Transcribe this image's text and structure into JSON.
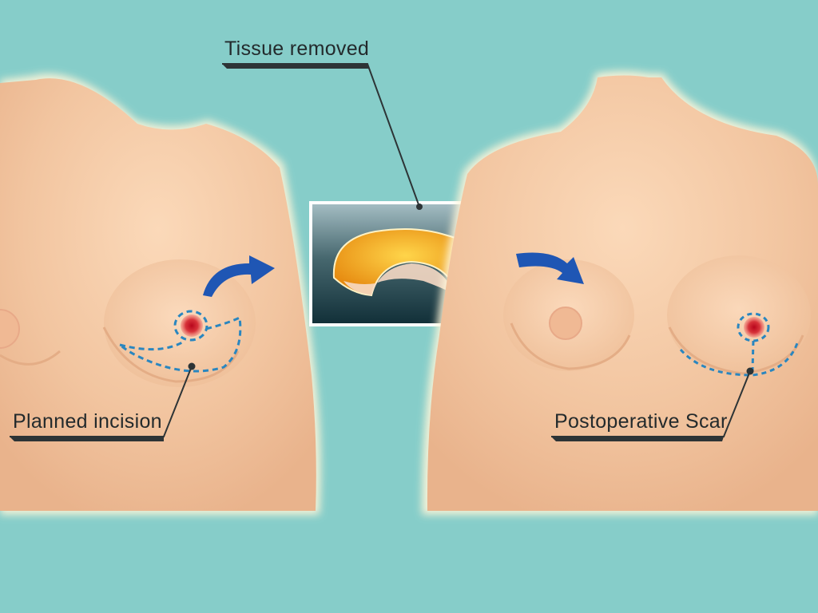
{
  "labels": {
    "tissue_removed": "Tissue removed",
    "planned_incision": "Planned incision",
    "postoperative_scar": "Postoperative Scar"
  },
  "colors": {
    "background": "#86cdc9",
    "skin": "#f3c9a4",
    "incision_line": "#2a86bf",
    "arrow": "#1f56b4",
    "leader_line": "#2d3436",
    "tissue": "#f2a91a"
  }
}
